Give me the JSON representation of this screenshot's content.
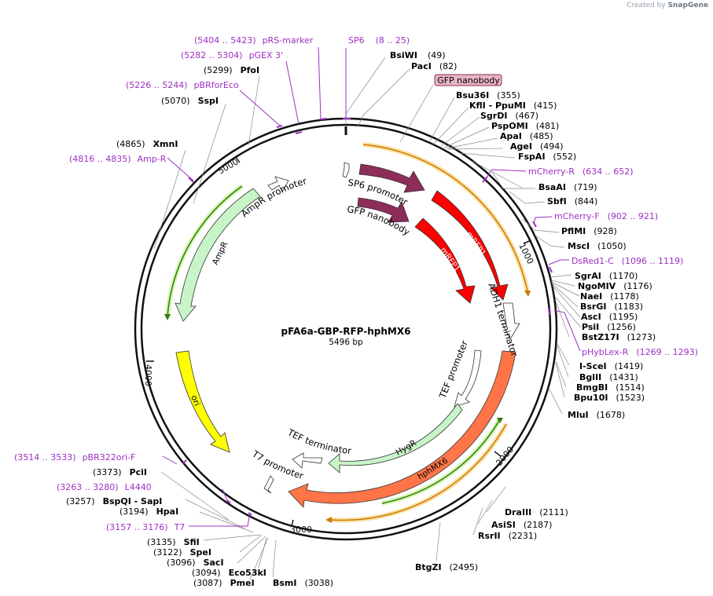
{
  "brand": {
    "prefix": "Created by",
    "name": "SnapGene"
  },
  "plasmid": {
    "name": "pFA6a-GBP-RFP-hphMX6",
    "length_label": "5496 bp",
    "length": 5496
  },
  "colors": {
    "enzyme": "#000000",
    "primer": "#9d2fc4",
    "ruler": "#111111",
    "gfp_nanobody_fill": "#8d2d5a",
    "mrfp1_fill": "#ff0000",
    "promoter_fill": "#ffffff",
    "ampr_fill": "#c8f5c8",
    "ori_fill": "#ffff00",
    "hygr_fill": "#c8f5c8",
    "hphmx6_fill": "#ff7548",
    "orf_arrow_orange": "#c87a00",
    "orf_arrow_green": "#2f7d00"
  },
  "ruler_labels": [
    "1000",
    "2000",
    "3000",
    "4000",
    "5000"
  ],
  "features": [
    {
      "id": "sp6-promoter-arrow",
      "label": "SP6 promoter",
      "type": "promoter"
    },
    {
      "id": "gfp-nanobody-feature",
      "label": "GFP nanobody",
      "type": "cds"
    },
    {
      "id": "mrfp1-outer",
      "label": "mRFP1",
      "type": "cds"
    },
    {
      "id": "mrfp1-inner",
      "label": "mRFP1",
      "type": "cds"
    },
    {
      "id": "adh1-terminator",
      "label": "ADH1 terminator",
      "type": "terminator"
    },
    {
      "id": "tef-promoter",
      "label": "TEF promoter",
      "type": "promoter"
    },
    {
      "id": "hygr",
      "label": "HygR",
      "type": "cds"
    },
    {
      "id": "hphmx6",
      "label": "hphMX6",
      "type": "cds"
    },
    {
      "id": "tef-terminator",
      "label": "TEF terminator",
      "type": "terminator"
    },
    {
      "id": "t7-promoter",
      "label": "T7 promoter",
      "type": "promoter"
    },
    {
      "id": "ori",
      "label": "ori",
      "type": "rep_origin"
    },
    {
      "id": "ampr",
      "label": "AmpR",
      "type": "cds"
    },
    {
      "id": "ampr-promoter",
      "label": "AmpR promoter",
      "type": "promoter"
    }
  ],
  "highlight_label": "GFP nanobody",
  "sites": [
    {
      "name": "BsiWI",
      "pos": "(49)"
    },
    {
      "name": "PacI",
      "pos": "(82)"
    },
    {
      "name": "Bsu36I",
      "pos": "(355)"
    },
    {
      "name": "KflI - PpuMI",
      "pos": "(415)"
    },
    {
      "name": "SgrDI",
      "pos": "(467)"
    },
    {
      "name": "PspOMI",
      "pos": "(481)"
    },
    {
      "name": "ApaI",
      "pos": "(485)"
    },
    {
      "name": "AgeI",
      "pos": "(494)"
    },
    {
      "name": "FspAI",
      "pos": "(552)"
    },
    {
      "name": "BsaAI",
      "pos": "(719)"
    },
    {
      "name": "SbfI",
      "pos": "(844)"
    },
    {
      "name": "PflMI",
      "pos": "(928)"
    },
    {
      "name": "MscI",
      "pos": "(1050)"
    },
    {
      "name": "SgrAI",
      "pos": "(1170)"
    },
    {
      "name": "NgoMIV",
      "pos": "(1176)"
    },
    {
      "name": "NaeI",
      "pos": "(1178)"
    },
    {
      "name": "BsrGI",
      "pos": "(1183)"
    },
    {
      "name": "AscI",
      "pos": "(1195)"
    },
    {
      "name": "PsiI",
      "pos": "(1256)"
    },
    {
      "name": "BstZ17I",
      "pos": "(1273)"
    },
    {
      "name": "I-SceI",
      "pos": "(1419)"
    },
    {
      "name": "BglII",
      "pos": "(1431)"
    },
    {
      "name": "BmgBI",
      "pos": "(1514)"
    },
    {
      "name": "Bpu10I",
      "pos": "(1523)"
    },
    {
      "name": "MluI",
      "pos": "(1678)"
    },
    {
      "name": "DraIII",
      "pos": "(2111)"
    },
    {
      "name": "AsiSI",
      "pos": "(2187)"
    },
    {
      "name": "RsrII",
      "pos": "(2231)"
    },
    {
      "name": "BtgZI",
      "pos": "(2495)"
    },
    {
      "name": "BsmI",
      "pos": "(3038)"
    },
    {
      "name": "PmeI",
      "pos": "(3087)"
    },
    {
      "name": "Eco53kI",
      "pos": "(3094)"
    },
    {
      "name": "SacI",
      "pos": "(3096)"
    },
    {
      "name": "SpeI",
      "pos": "(3122)"
    },
    {
      "name": "SfiI",
      "pos": "(3135)"
    },
    {
      "name": "HpaI",
      "pos": "(3194)"
    },
    {
      "name": "BspQI - SapI",
      "pos": "(3257)"
    },
    {
      "name": "PciI",
      "pos": "(3373)"
    },
    {
      "name": "XmnI",
      "pos": "(4865)"
    },
    {
      "name": "SspI",
      "pos": "(5070)"
    },
    {
      "name": "PfoI",
      "pos": "(5299)"
    }
  ],
  "primers": [
    {
      "name": "SP6",
      "range": "(8 .. 25)"
    },
    {
      "name": "pRS-marker",
      "range": "(5404 .. 5423)"
    },
    {
      "name": "pGEX 3'",
      "range": "(5282 .. 5304)"
    },
    {
      "name": "pBRforEco",
      "range": "(5226 .. 5244)"
    },
    {
      "name": "Amp-R",
      "range": "(4816 .. 4835)"
    },
    {
      "name": "mCherry-R",
      "range": "(634 .. 652)"
    },
    {
      "name": "mCherry-F",
      "range": "(902 .. 921)"
    },
    {
      "name": "DsRed1-C",
      "range": "(1096 .. 1119)"
    },
    {
      "name": "pHybLex-R",
      "range": "(1269 .. 1293)"
    },
    {
      "name": "pBR322ori-F",
      "range": "(3514 .. 3533)"
    },
    {
      "name": "L4440",
      "range": "(3263 .. 3280)"
    },
    {
      "name": "T7",
      "range": "(3157 .. 3176)"
    }
  ]
}
